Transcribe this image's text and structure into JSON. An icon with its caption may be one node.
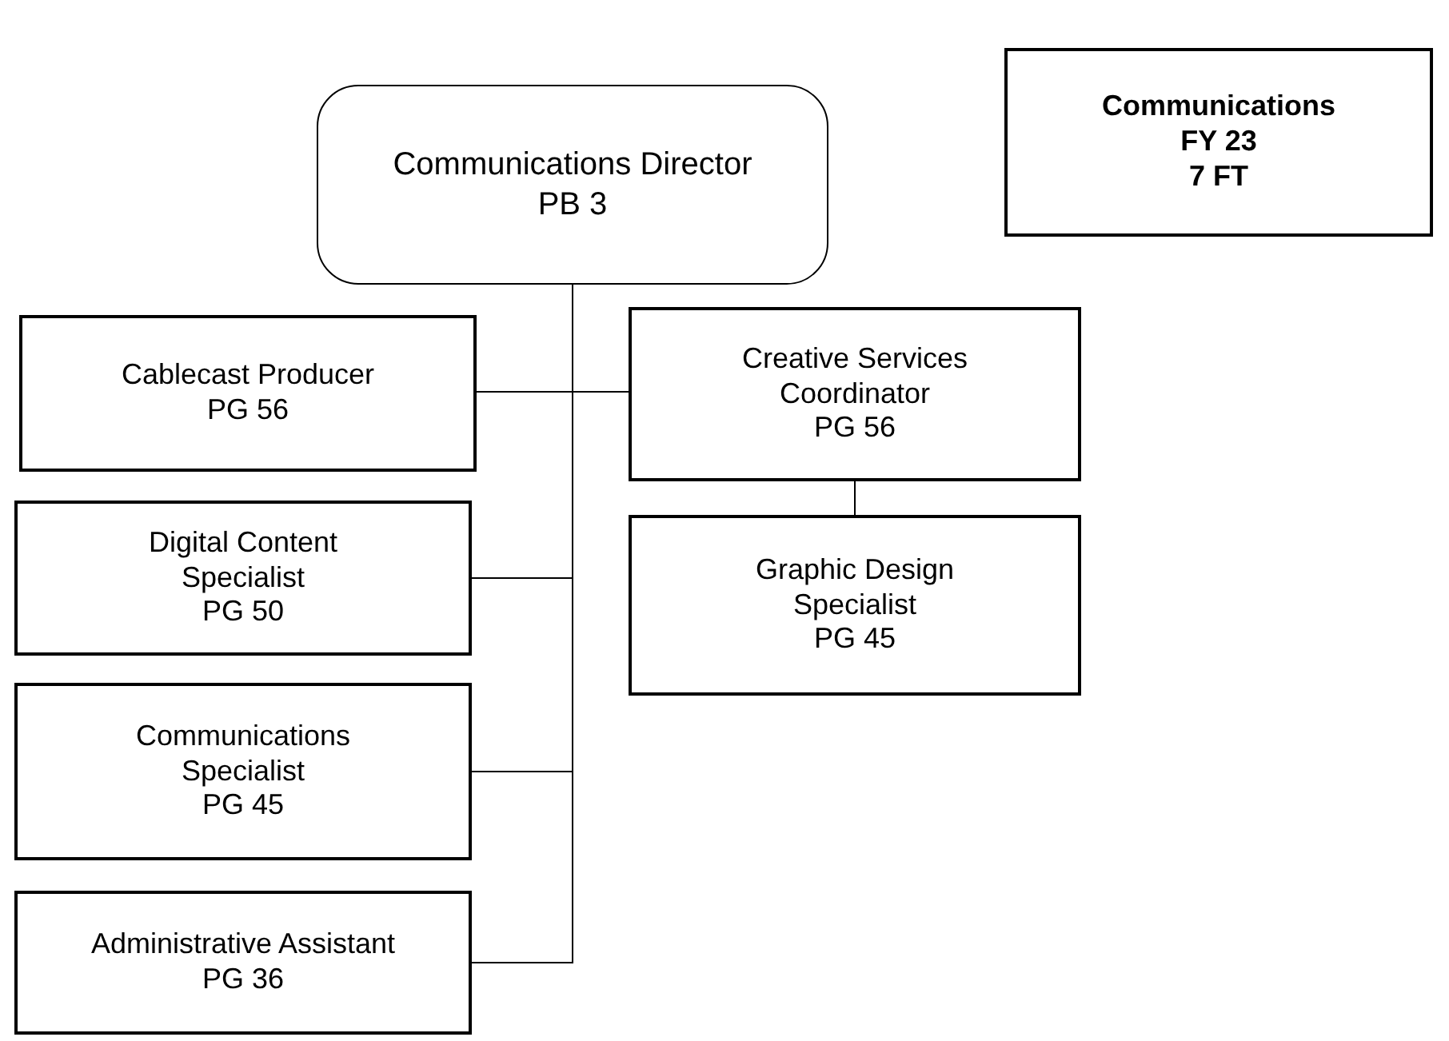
{
  "diagram": {
    "nodes": [
      {
        "text": [
          "Communications Director",
          "PB 3"
        ]
      },
      {
        "text": [
          "Communications",
          "FY 23",
          "7 FT"
        ]
      },
      {
        "text": [
          "Cablecast Producer",
          "PG 56"
        ]
      },
      {
        "text": [
          "Creative Services Coordinator",
          "PG 56"
        ]
      },
      {
        "text": [
          "Graphic Design Specialist",
          "PG 45"
        ]
      },
      {
        "text": [
          "Digital Content Specialist",
          "PG 50"
        ]
      },
      {
        "text": [
          "Communications Specialist",
          "PG 45"
        ]
      },
      {
        "text": [
          "Administrative Assistant",
          "PG 36"
        ]
      }
    ],
    "edges": [
      {
        "from": 0,
        "to": 2,
        "arrow": "none"
      },
      {
        "from": 0,
        "to": 3,
        "arrow": "none"
      },
      {
        "from": 3,
        "to": 4,
        "arrow": "none"
      },
      {
        "from": 0,
        "to": 5,
        "arrow": "none"
      },
      {
        "from": 0,
        "to": 6,
        "arrow": "none"
      },
      {
        "from": 0,
        "to": 7,
        "arrow": "none"
      }
    ]
  }
}
